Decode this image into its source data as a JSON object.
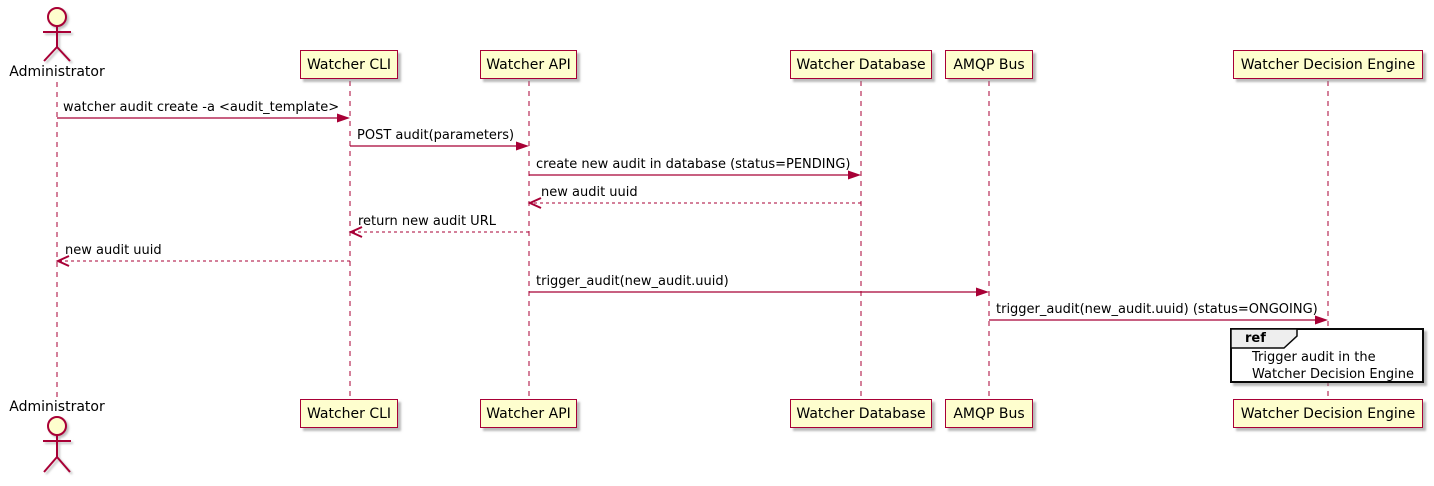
{
  "diagram": {
    "type": "uml-sequence-diagram",
    "colors": {
      "background": "#FFFFFF",
      "participant_fill": "#FEFECE",
      "participant_border": "#A80036",
      "arrow": "#A80036",
      "lifeline": "#A80036",
      "text": "#000000",
      "ref_border": "#0A0A0A",
      "ref_header_fill": "#EEEEEE"
    },
    "actor": {
      "name": "Administrator"
    },
    "participants": [
      {
        "name": "Watcher CLI"
      },
      {
        "name": "Watcher API"
      },
      {
        "name": "Watcher Database"
      },
      {
        "name": "AMQP Bus"
      },
      {
        "name": "Watcher Decision Engine"
      }
    ],
    "messages": [
      {
        "from": "Administrator",
        "to": "Watcher CLI",
        "label": "watcher audit create -a <audit_template>",
        "style": "solid"
      },
      {
        "from": "Watcher CLI",
        "to": "Watcher API",
        "label": "POST audit(parameters)",
        "style": "solid"
      },
      {
        "from": "Watcher API",
        "to": "Watcher Database",
        "label": "create new audit in database (status=PENDING)",
        "style": "solid"
      },
      {
        "from": "Watcher Database",
        "to": "Watcher API",
        "label": "new audit uuid",
        "style": "dashed"
      },
      {
        "from": "Watcher API",
        "to": "Watcher CLI",
        "label": "return new audit URL",
        "style": "dashed"
      },
      {
        "from": "Watcher CLI",
        "to": "Administrator",
        "label": "new audit uuid",
        "style": "dashed"
      },
      {
        "from": "Watcher API",
        "to": "AMQP Bus",
        "label": "trigger_audit(new_audit.uuid)",
        "style": "solid"
      },
      {
        "from": "AMQP Bus",
        "to": "Watcher Decision Engine",
        "label": "trigger_audit(new_audit.uuid) (status=ONGOING)",
        "style": "solid"
      }
    ],
    "ref": {
      "keyword": "ref",
      "lines": [
        "Trigger audit in the",
        "Watcher Decision Engine"
      ]
    }
  }
}
